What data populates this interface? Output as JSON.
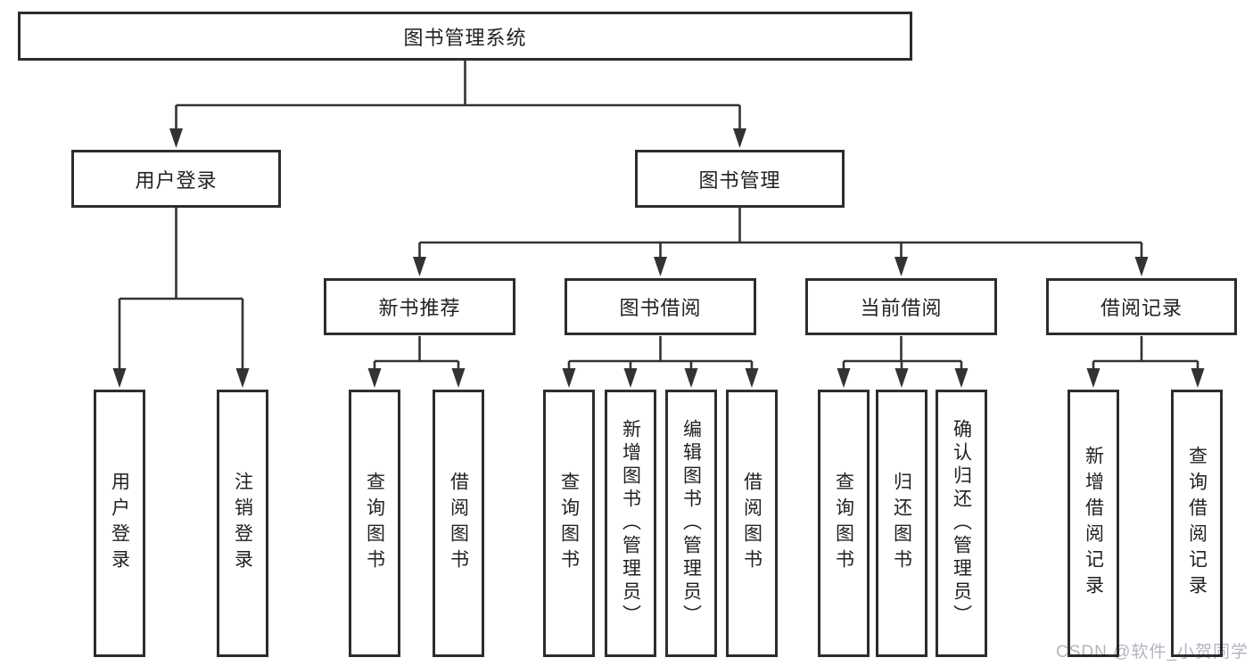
{
  "page": {
    "background": "#ffffff"
  },
  "colors": {
    "line": "#333333",
    "box_border": "#2d2d2d",
    "text": "#222222",
    "watermark": "#a9adb8"
  },
  "tree": {
    "label": "图书管理系统",
    "children": [
      {
        "label": "用户登录",
        "children": [
          {
            "label": "用户登录"
          },
          {
            "label": "注销登录"
          }
        ]
      },
      {
        "label": "图书管理",
        "children": [
          {
            "label": "新书推荐",
            "children": [
              {
                "label": "查询图书"
              },
              {
                "label": "借阅图书"
              }
            ]
          },
          {
            "label": "图书借阅",
            "children": [
              {
                "label": "查询图书"
              },
              {
                "label": "新增图书（管理员）"
              },
              {
                "label": "编辑图书（管理员）"
              },
              {
                "label": "借阅图书"
              }
            ]
          },
          {
            "label": "当前借阅",
            "children": [
              {
                "label": "查询图书"
              },
              {
                "label": "归还图书"
              },
              {
                "label": "确认归还（管理员）"
              }
            ]
          },
          {
            "label": "借阅记录",
            "children": [
              {
                "label": "新增借阅记录"
              },
              {
                "label": "查询借阅记录"
              }
            ]
          }
        ]
      }
    ]
  },
  "watermark": "CSDN @软件_小贺同学"
}
